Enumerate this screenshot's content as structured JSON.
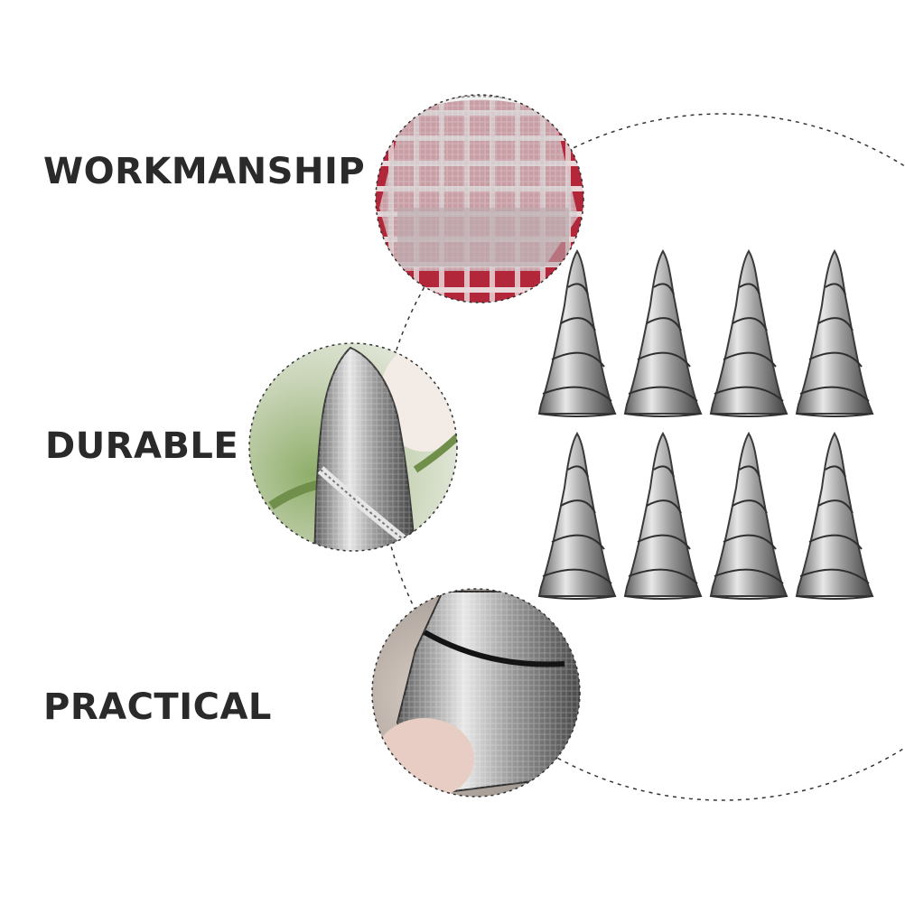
{
  "features": [
    {
      "label": "WORKMANSHIP",
      "icon": "fabric-closeup-photo"
    },
    {
      "label": "DURABLE",
      "icon": "horn-tip-closeup-photo"
    },
    {
      "label": "PRACTICAL",
      "icon": "horn-elastic-band-closeup-photo"
    }
  ],
  "product": {
    "icon": "silver-unicorn-horn",
    "count": 8,
    "rows": 2,
    "per_row": 4
  },
  "colors": {
    "text": "#2a2a2a",
    "silver_light": "#d9d9d9",
    "silver_dark": "#4a4a4a",
    "fabric_red": "#b3273a",
    "dashed_line": "#333333"
  }
}
